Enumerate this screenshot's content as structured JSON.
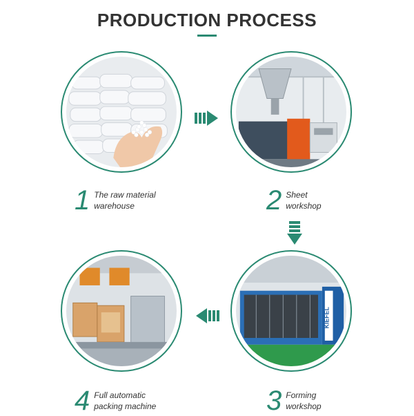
{
  "title": "PRODUCTION PROCESS",
  "accent_color": "#2a8a72",
  "steps": [
    {
      "number": "1",
      "label": "The raw material warehouse"
    },
    {
      "number": "2",
      "label": "Sheet workshop"
    },
    {
      "number": "3",
      "label": "Forming workshop"
    },
    {
      "number": "4",
      "label": "Full automatic packing machine"
    }
  ],
  "machine_brand": "KIEFEL"
}
